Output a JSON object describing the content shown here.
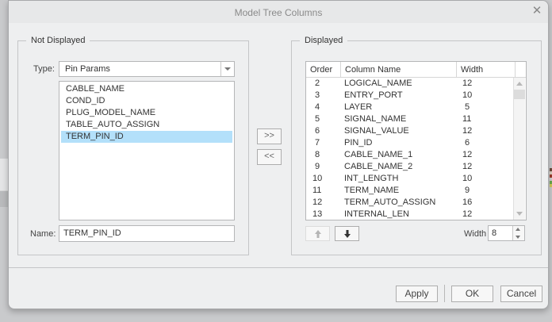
{
  "window": {
    "title": "Model Tree Columns",
    "close_icon": "close-icon"
  },
  "not_displayed": {
    "group_label": "Not Displayed",
    "type_label": "Type:",
    "type_value": "Pin Params",
    "items": [
      {
        "label": "CABLE_NAME",
        "selected": false
      },
      {
        "label": "COND_ID",
        "selected": false
      },
      {
        "label": "PLUG_MODEL_NAME",
        "selected": false
      },
      {
        "label": "TABLE_AUTO_ASSIGN",
        "selected": false
      },
      {
        "label": "TERM_PIN_ID",
        "selected": true
      }
    ],
    "name_label": "Name:",
    "name_value": "TERM_PIN_ID"
  },
  "transfer": {
    "add_label": ">>",
    "remove_label": "<<"
  },
  "displayed": {
    "group_label": "Displayed",
    "columns": {
      "order": "Order",
      "name": "Column Name",
      "width": "Width"
    },
    "rows": [
      {
        "order": "2",
        "name": "LOGICAL_NAME",
        "width": "12"
      },
      {
        "order": "3",
        "name": "ENTRY_PORT",
        "width": "10"
      },
      {
        "order": "4",
        "name": "LAYER",
        "width": "5"
      },
      {
        "order": "5",
        "name": "SIGNAL_NAME",
        "width": "11"
      },
      {
        "order": "6",
        "name": "SIGNAL_VALUE",
        "width": "12"
      },
      {
        "order": "7",
        "name": "PIN_ID",
        "width": "6"
      },
      {
        "order": "8",
        "name": "CABLE_NAME_1",
        "width": "12"
      },
      {
        "order": "9",
        "name": "CABLE_NAME_2",
        "width": "12"
      },
      {
        "order": "10",
        "name": "INT_LENGTH",
        "width": "10"
      },
      {
        "order": "11",
        "name": "TERM_NAME",
        "width": "9"
      },
      {
        "order": "12",
        "name": "TERM_AUTO_ASSIGN",
        "width": "16"
      },
      {
        "order": "13",
        "name": "INTERNAL_LEN",
        "width": "12"
      }
    ],
    "width_label": "Width",
    "width_value": "8"
  },
  "footer": {
    "apply_label": "Apply",
    "ok_label": "OK",
    "cancel_label": "Cancel"
  },
  "colors": {
    "selection": "#b3e0fa",
    "dialog_bg": "#eeeff0"
  }
}
